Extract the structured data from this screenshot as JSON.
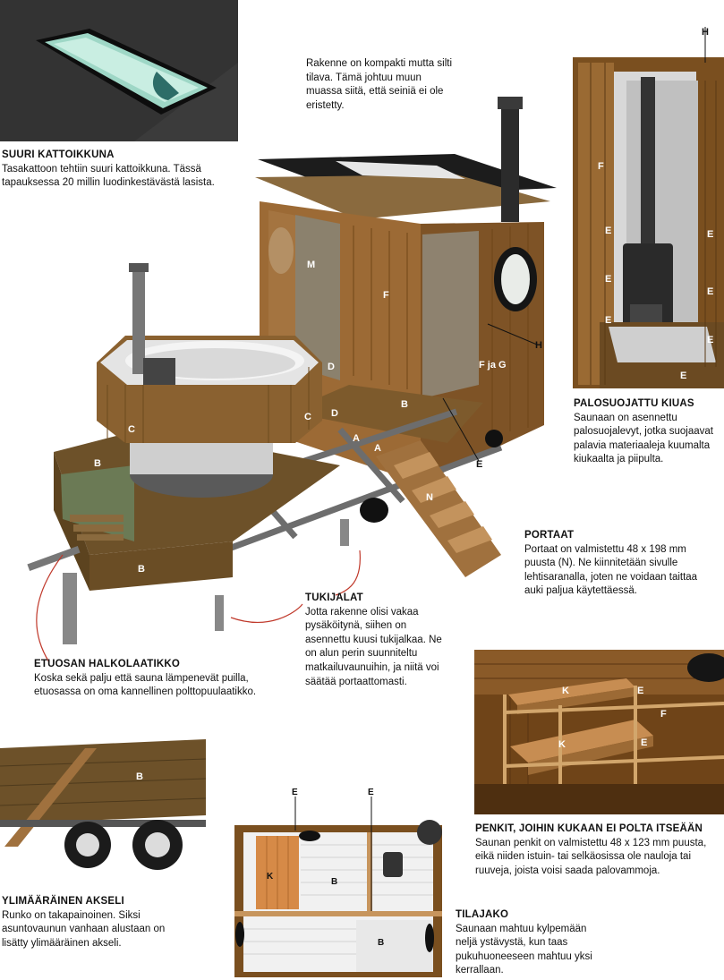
{
  "intro": "Rakenne on kompakti mutta silti tilava. Tämä johtuu muun muassa siitä, että seiniä ei ole eristetty.",
  "sections": {
    "roof_window": {
      "title": "SUURI KATTOIKKUNA",
      "body": "Tasakattoon tehtiin suuri kattoikkuna. Tässä tapauksessa 20 millin luodinkestävästä lasista."
    },
    "stove": {
      "title": "PALOSUOJATTU KIUAS",
      "body": "Saunaan on asennettu palosuojalevyt, jotka suojaavat palavia materiaaleja kuumalta kiukaalta ja piipulta."
    },
    "stairs": {
      "title": "PORTAAT",
      "body": "Portaat on valmistettu 48 x 198 mm puusta (N). Ne kiinnitetään sivulle lehtisaranalla, joten ne voidaan taittaa auki paljua käytettäessä."
    },
    "jacks": {
      "title": "TUKIJALAT",
      "body": "Jotta rakenne olisi vakaa pysäköitynä, siihen on asennettu kuusi tukijalkaa. Ne on alun perin suunniteltu matkailuvaunuihin, ja niitä voi säätää portaattomasti."
    },
    "woodbox": {
      "title": "ETUOSAN HALKOLAATIKKO",
      "body": "Koska sekä palju että sauna lämpenevät puilla, etuosassa on oma kannellinen polttopuulaatikko."
    },
    "benches": {
      "title": "PENKIT, JOIHIN KUKAAN EI POLTA ITSEÄÄN",
      "body": "Saunan penkit on valmistettu 48 x 123 mm puusta, eikä niiden istuin- tai selkäosissa ole nauloja tai ruuveja, joista voisi saada palovammoja."
    },
    "axle": {
      "title": "YLIMÄÄRÄINEN AKSELI",
      "body": "Runko on takapainoinen. Siksi asuntovaunun vanhaan alustaan on lisätty ylimääräinen akseli."
    },
    "layout": {
      "title": "TILAJAKO",
      "body": "Saunaan mahtuu kylpemään neljä ystävystä, kun taas pukuhuoneeseen mahtuu yksi kerrallaan."
    }
  },
  "labels": {
    "A": "A",
    "B": "B",
    "C": "C",
    "D": "D",
    "E": "E",
    "F": "F",
    "FG": "F ja G",
    "H": "H",
    "K": "K",
    "M": "M",
    "N": "N"
  }
}
